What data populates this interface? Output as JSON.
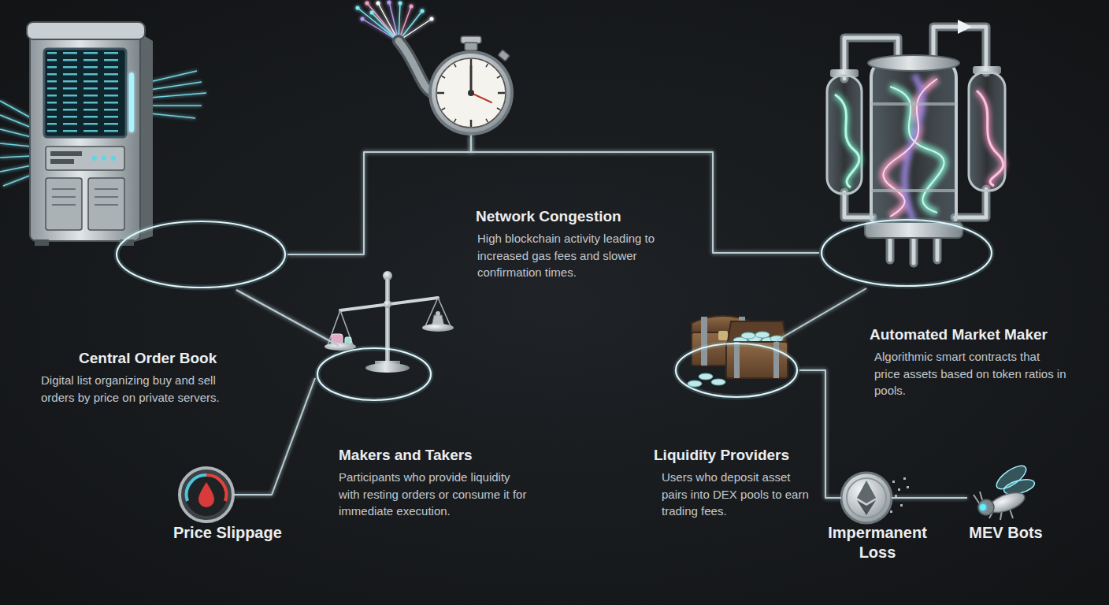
{
  "diagram": {
    "nodes": [
      {
        "text": [
          "Central Order Book",
          "Digital list organizing buy and sell orders by price on private servers."
        ]
      },
      {
        "text": [
          "Network Congestion",
          "High blockchain activity leading to increased gas fees and slower confirmation times."
        ]
      },
      {
        "text": [
          "Automated Market Maker",
          "Algorithmic smart contracts that price assets based on token ratios in pools."
        ]
      },
      {
        "text": [
          "Makers and Takers",
          "Participants who provide liquidity with resting orders or consume it for immediate execution."
        ]
      },
      {
        "text": [
          "Liquidity Providers",
          "Users who deposit asset pairs into DEX pools to earn trading fees."
        ]
      },
      {
        "text": [
          "Price Slippage"
        ]
      },
      {
        "text": [
          "Impermanent Loss"
        ]
      },
      {
        "text": [
          "MEV Bots"
        ]
      }
    ],
    "edges": [
      {
        "from": 0,
        "to": 1,
        "arrow": "none"
      },
      {
        "from": 1,
        "to": 2,
        "arrow": "none"
      },
      {
        "from": 0,
        "to": 3,
        "arrow": "none"
      },
      {
        "from": 3,
        "to": 5,
        "arrow": "none"
      },
      {
        "from": 2,
        "to": 4,
        "arrow": "none"
      },
      {
        "from": 4,
        "to": 6,
        "arrow": "none"
      },
      {
        "from": 6,
        "to": 7,
        "arrow": "none"
      }
    ]
  }
}
